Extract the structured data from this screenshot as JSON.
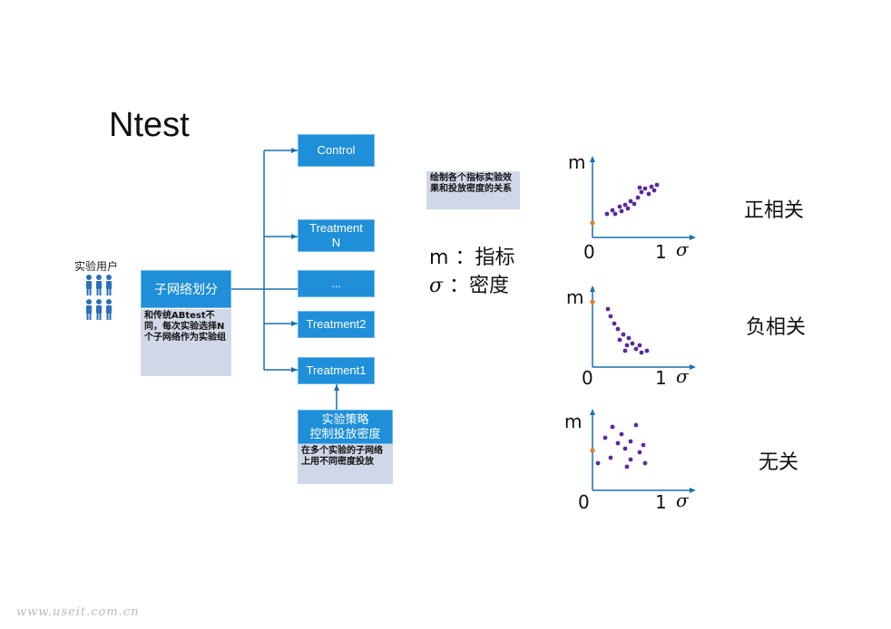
{
  "title": "Ntest",
  "users_label": "实验用户",
  "split_box": "子网络划分",
  "split_note": "和传统ABtest不同，每次实验选择N个子网络作为实验组",
  "groups": [
    "Control",
    "Treatment\nN",
    "...",
    "Treatment2",
    "Treatment1"
  ],
  "strategy_box": "实验策略\n控制投放密度",
  "strategy_note": "在多个实验的子网络上用不同密度投放",
  "plot_note": "绘制各个指标实验效果和投放密度的关系",
  "legend": {
    "m_symbol": "m",
    "m_text": "：指标",
    "sigma_symbol": "σ",
    "sigma_text": "：密度"
  },
  "plots": [
    {
      "y_label": "m",
      "x_zero": "0",
      "x_one": "1",
      "x_label": "σ",
      "relation": "正相关"
    },
    {
      "y_label": "m",
      "x_zero": "0",
      "x_one": "1",
      "x_label": "σ",
      "relation": "负相关"
    },
    {
      "y_label": "m",
      "x_zero": "0",
      "x_one": "1",
      "x_label": "σ",
      "relation": "无关"
    }
  ],
  "watermark": "www.useit.com.cn",
  "colors": {
    "box_blue": "#1e8fd8",
    "note_gray": "#d0d8e8",
    "line_blue": "#1a6fb0",
    "dot_purple": "#5a2a9a",
    "origin_orange": "#e08030"
  }
}
